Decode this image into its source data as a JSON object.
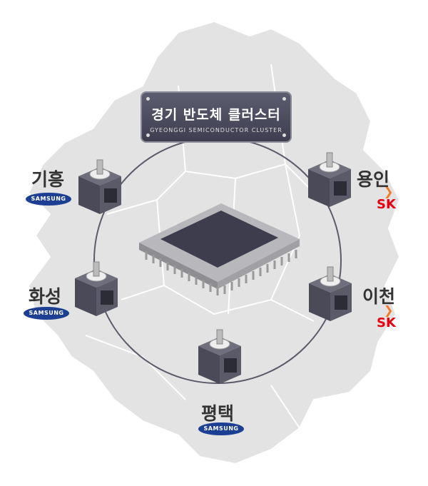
{
  "title": {
    "korean": "경기 반도체 클러스터",
    "english": "GYEONGGI SEMICONDUCTOR CLUSTER"
  },
  "sites": [
    {
      "city": "기흥",
      "company": "SAMSUNG"
    },
    {
      "city": "용인",
      "company": "SK"
    },
    {
      "city": "화성",
      "company": "SAMSUNG"
    },
    {
      "city": "이천",
      "company": "SK"
    },
    {
      "city": "평택",
      "company": "SAMSUNG"
    }
  ],
  "colors": {
    "map": "#e3e3e3",
    "ring": "#5a5a6a",
    "samsung": "#1c3f94",
    "sk_red": "#e60012",
    "sk_orange": "#f47725"
  }
}
